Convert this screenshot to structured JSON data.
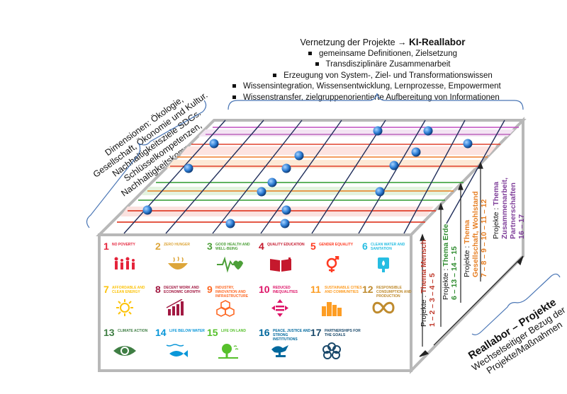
{
  "header": {
    "title_prefix": "Vernetzung der Projekte",
    "title_arrow": "→",
    "title_bold": "KI-Reallabor",
    "bullets": [
      "gemeinsame Definitionen, Zielsetzung",
      "Transdisziplinäre Zusammenarbeit",
      "Erzeugung von System-, Ziel- und Transformationswissen",
      "Wissensintegration, Wissensentwicklung, Lernprozesse, Empowerment",
      "Wissenstransfer, zielgruppenorientierte Aufbereitung von Informationen"
    ]
  },
  "left_label": {
    "lines": [
      "Dimensionen: Ökologie,",
      "Gesellschaft, Ökonomie und Kultur.",
      "Nachhaltigkeitsziele SDGs.",
      "Schlüsselkompetenzen, Nachhaltigkeitskompetenzen."
    ]
  },
  "themes": [
    {
      "prefix": "Projekte : ",
      "title": "Thema Mensch",
      "range": "1 – 2 – 3 – 4 – 5",
      "color": "#c0392b"
    },
    {
      "prefix": "Projekte : ",
      "title": "Thema Erde",
      "range": "6 – 13 – 14 – 15",
      "color": "#2e8b2e"
    },
    {
      "prefix": "Projekte : ",
      "title": "Thema Gesellschaft, Wohlstand",
      "range": "7 – 8 – 9 – 10 – 11 – 12",
      "color": "#e67e22"
    },
    {
      "prefix": "Projekte : ",
      "title": "Thema Zusammenarbeit, Partnerschaften",
      "range": "16 – 17",
      "color": "#7d3c98"
    }
  ],
  "bottom_label": {
    "bold": "Reallabor – Projekte",
    "line1": "Wechselseitiger Bezug der",
    "line2": "Projekte/Maßnahmen"
  },
  "sdgs": [
    {
      "num": "1",
      "label": "No poverty",
      "color": "#e5243b",
      "icon": "people-icon"
    },
    {
      "num": "2",
      "label": "Zero hunger",
      "color": "#dda63a",
      "icon": "bowl-icon"
    },
    {
      "num": "3",
      "label": "Good health and well-being",
      "color": "#4c9f38",
      "icon": "heartbeat-icon"
    },
    {
      "num": "4",
      "label": "Quality education",
      "color": "#c5192d",
      "icon": "book-icon"
    },
    {
      "num": "5",
      "label": "Gender equality",
      "color": "#ff3a21",
      "icon": "gender-icon"
    },
    {
      "num": "6",
      "label": "Clean water and sanitation",
      "color": "#26bde2",
      "icon": "water-drop-icon"
    },
    {
      "num": "7",
      "label": "Affordable and clean energy",
      "color": "#fcc30b",
      "icon": "sun-icon"
    },
    {
      "num": "8",
      "label": "Decent work and economic growth",
      "color": "#a21942",
      "icon": "growth-chart-icon"
    },
    {
      "num": "9",
      "label": "Industry, innovation and infrastructure",
      "color": "#fd6925",
      "icon": "cubes-icon"
    },
    {
      "num": "10",
      "label": "Reduced inequalities",
      "color": "#dd1367",
      "icon": "equality-icon"
    },
    {
      "num": "11",
      "label": "Sustainable cities and communities",
      "color": "#fd9d24",
      "icon": "city-icon"
    },
    {
      "num": "12",
      "label": "Responsible consumption and production",
      "color": "#bf8b2e",
      "icon": "infinity-icon"
    },
    {
      "num": "13",
      "label": "Climate action",
      "color": "#3f7e44",
      "icon": "eye-globe-icon"
    },
    {
      "num": "14",
      "label": "Life below water",
      "color": "#0a97d9",
      "icon": "fish-icon"
    },
    {
      "num": "15",
      "label": "Life on land",
      "color": "#56c02b",
      "icon": "tree-icon"
    },
    {
      "num": "16",
      "label": "Peace, justice and strong institutions",
      "color": "#00689d",
      "icon": "dove-icon"
    },
    {
      "num": "17",
      "label": "Partnerships for the goals",
      "color": "#19486a",
      "icon": "flower-rings-icon"
    }
  ],
  "colors": {
    "box_border": "#b8b8b8",
    "grid_navy": "#1f2d5a",
    "node_blue": "#2f7fd6",
    "brace_blue": "#4a76b5"
  }
}
